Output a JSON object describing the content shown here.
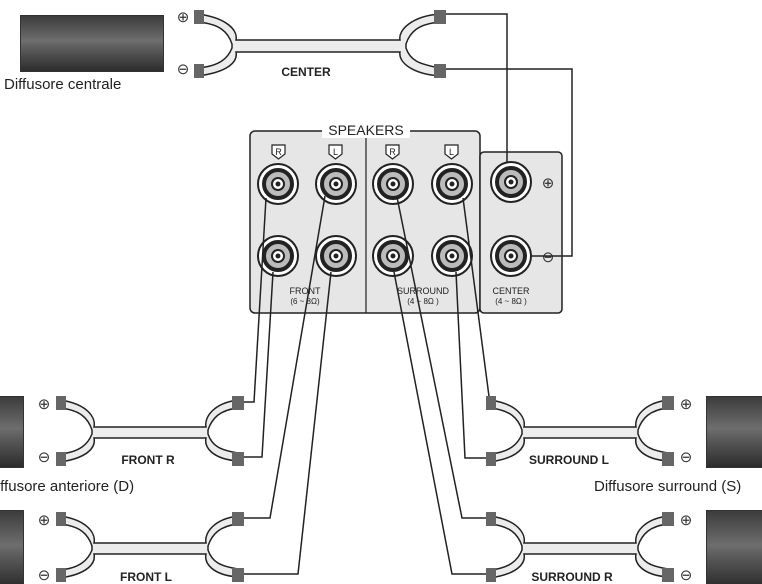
{
  "captions": {
    "center_speaker": "Diffusore centrale",
    "front_r_speaker": "Diffusore anteriore (D)",
    "surround_l_speaker": "Diffusore surround (S)"
  },
  "cables": {
    "center": "CENTER",
    "front_r": "FRONT R",
    "front_l": "FRONT L",
    "surround_l": "SURROUND L",
    "surround_r": "SURROUND R"
  },
  "panel": {
    "title": "SPEAKERS",
    "front_r_tag": "R",
    "front_l_tag": "L",
    "surround_r_tag": "R",
    "surround_l_tag": "L",
    "front_label": "FRONT",
    "front_imp": "(6  ~  8Ω)",
    "surround_label": "SURROUND",
    "surround_imp": "(4  ~  8Ω  )",
    "center_label": "CENTER",
    "center_imp": "(4  ~  8Ω  )"
  },
  "symbols": {
    "plus": "⊕",
    "minus": "⊖"
  }
}
